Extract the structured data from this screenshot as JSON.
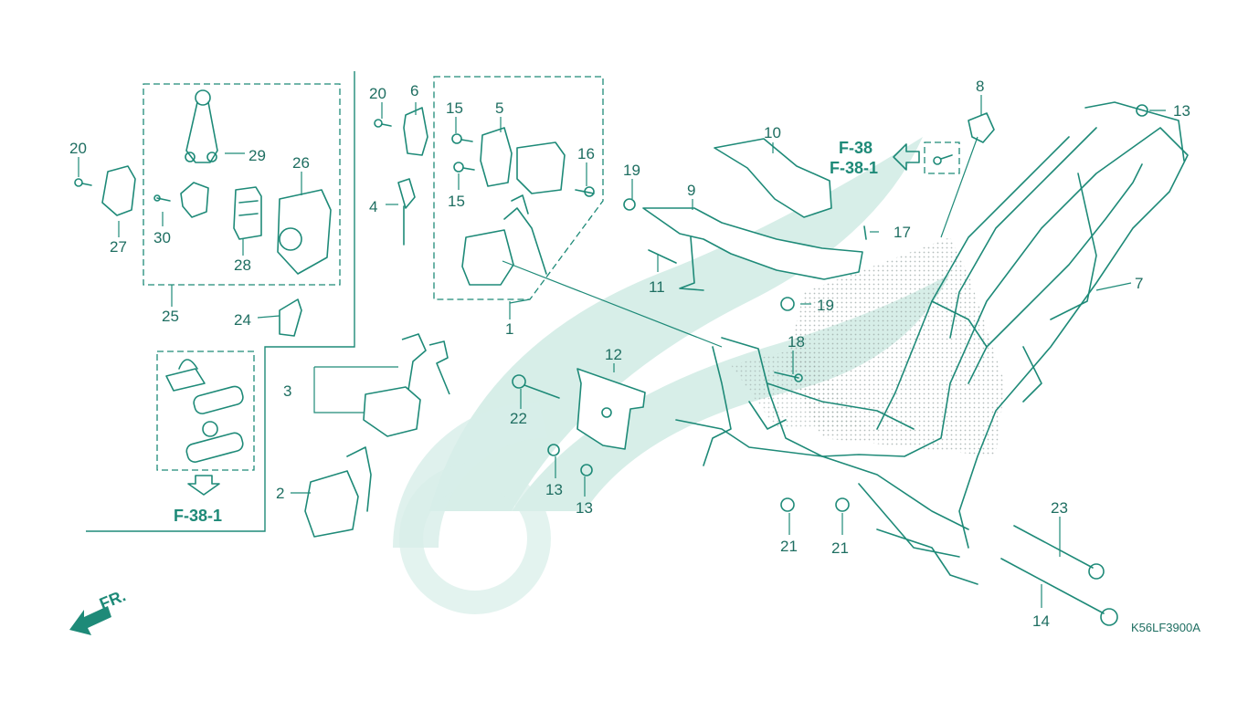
{
  "diagram_code": "K56LF3900A",
  "direction_label": "FR.",
  "ref_main": "F-38",
  "ref_sub": "F-38-1",
  "ref_lower": "F-38-1",
  "colors": {
    "line": "#1e8a78",
    "watermark": "#d7eee8",
    "label": "#1e6e61"
  },
  "callouts": {
    "c1": "1",
    "c2": "2",
    "c3": "3",
    "c4": "4",
    "c5": "5",
    "c6": "6",
    "c7": "7",
    "c8": "8",
    "c9": "9",
    "c10": "10",
    "c11": "11",
    "c12": "12",
    "c13a": "13",
    "c13b": "13",
    "c13c": "13",
    "c14": "14",
    "c15a": "15",
    "c15b": "15",
    "c16": "16",
    "c17": "17",
    "c18": "18",
    "c19a": "19",
    "c19b": "19",
    "c20a": "20",
    "c20b": "20",
    "c21a": "21",
    "c21b": "21",
    "c22": "22",
    "c23": "23",
    "c24": "24",
    "c25": "25",
    "c26": "26",
    "c27": "27",
    "c28": "28",
    "c29": "29",
    "c30": "30"
  }
}
